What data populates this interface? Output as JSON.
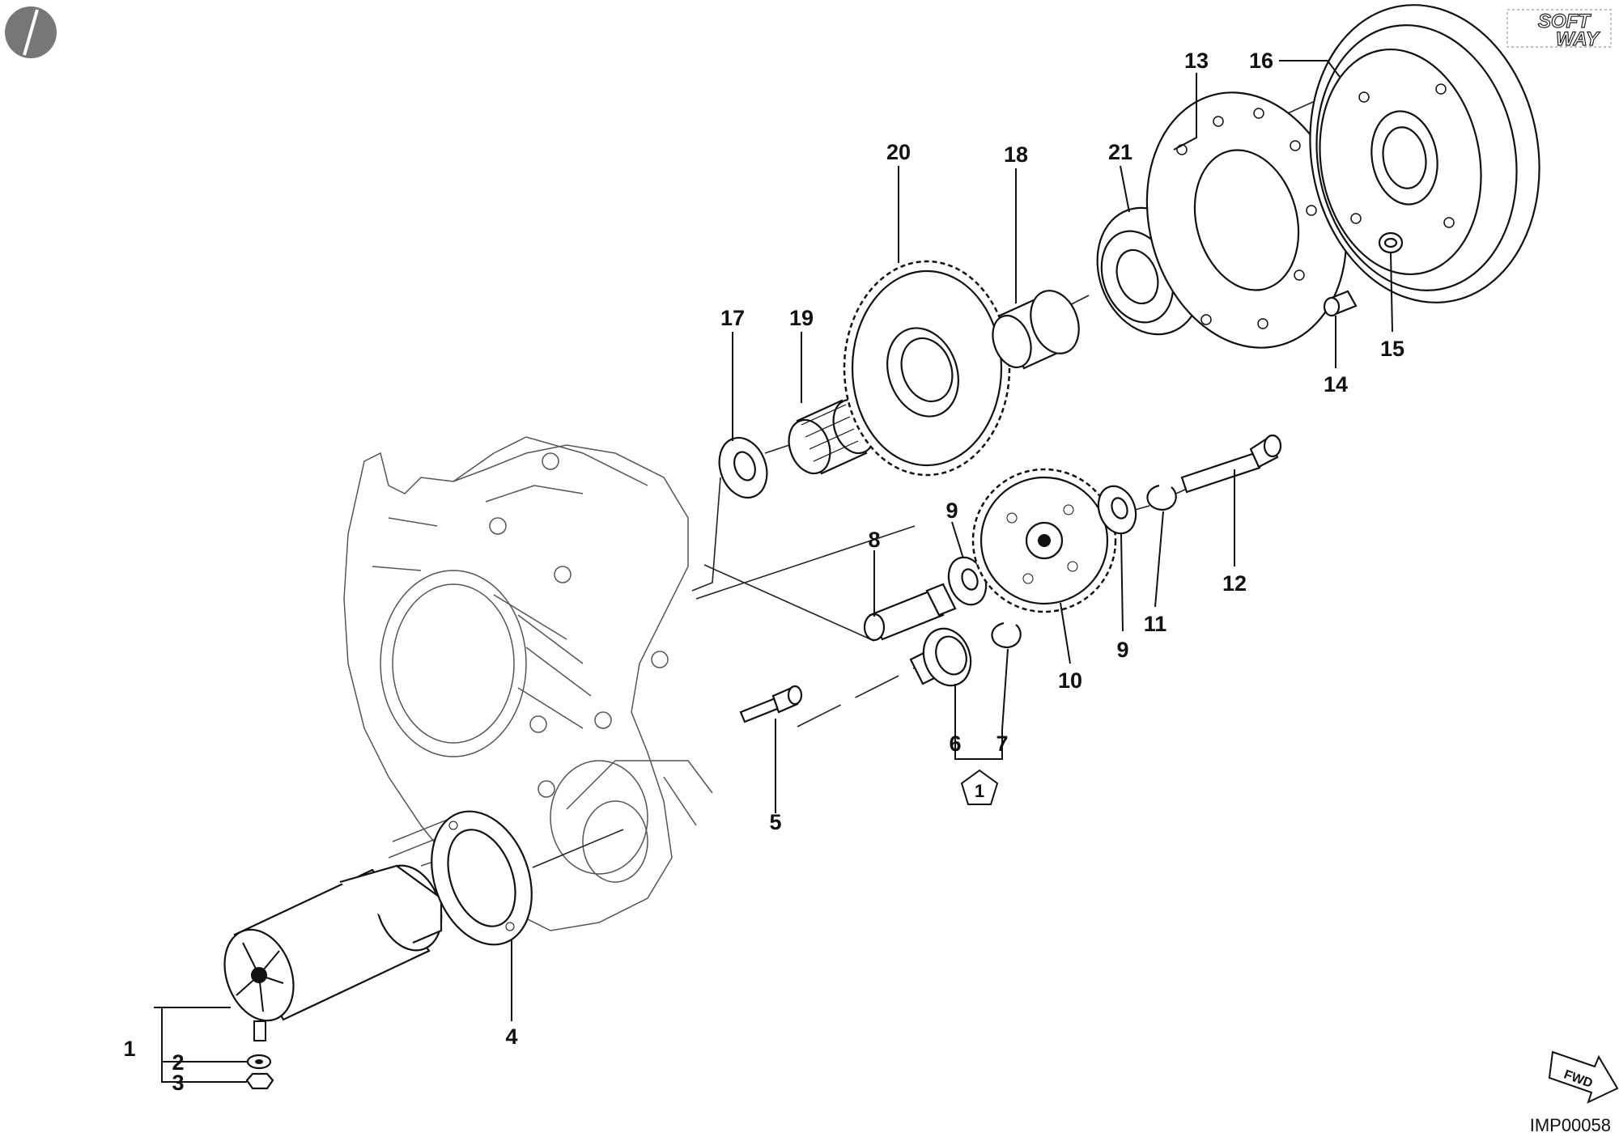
{
  "callouts": {
    "c1": "1",
    "c2": "2",
    "c3": "3",
    "c4": "4",
    "c5": "5",
    "c6": "6",
    "c7": "7",
    "c8": "8",
    "c9a": "9",
    "c9b": "9",
    "c10": "10",
    "c11": "11",
    "c12": "12",
    "c13": "13",
    "c14": "14",
    "c15": "15",
    "c16": "16",
    "c17": "17",
    "c18": "18",
    "c19": "19",
    "c20": "20",
    "c21": "21"
  },
  "kit_badge": "1",
  "logo_text": {
    "top": "SOFT",
    "bottom": "WAY"
  },
  "fwd_label": "FWD",
  "image_code": "IMP00058"
}
